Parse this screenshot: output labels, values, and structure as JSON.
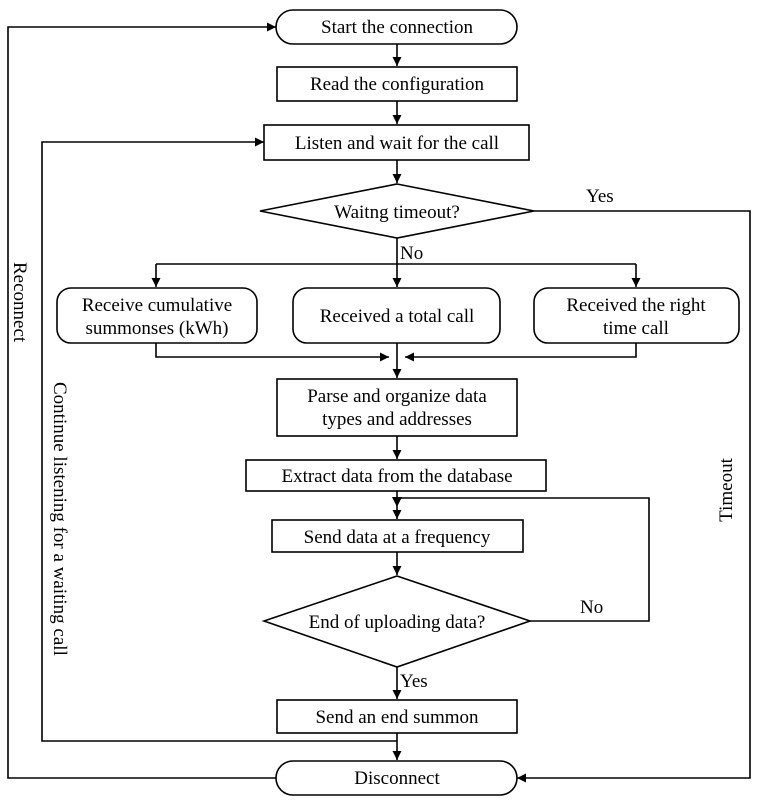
{
  "nodes": {
    "start": "Start the connection",
    "read_config": "Read the configuration",
    "listen": "Listen and wait for the call",
    "timeout_check": "Waitng timeout?",
    "recv_cumulative": [
      "Receive cumulative",
      "summonses (kWh)"
    ],
    "recv_total": "Received a total call",
    "recv_time": [
      "Received the right",
      "time call"
    ],
    "parse": [
      "Parse and organize data",
      "types and addresses"
    ],
    "extract": "Extract data from the database",
    "send_freq": "Send data at a frequency",
    "end_check": "End of uploading data?",
    "send_end": "Send an end summon",
    "disconnect": "Disconnect"
  },
  "edge_labels": {
    "timeout_yes": "Yes",
    "timeout_no": "No",
    "upload_no": "No",
    "upload_yes": "Yes",
    "reconnect": "Reconnect",
    "continue_listening": "Continue listening for a waiting call",
    "timeout": "Timeout"
  }
}
